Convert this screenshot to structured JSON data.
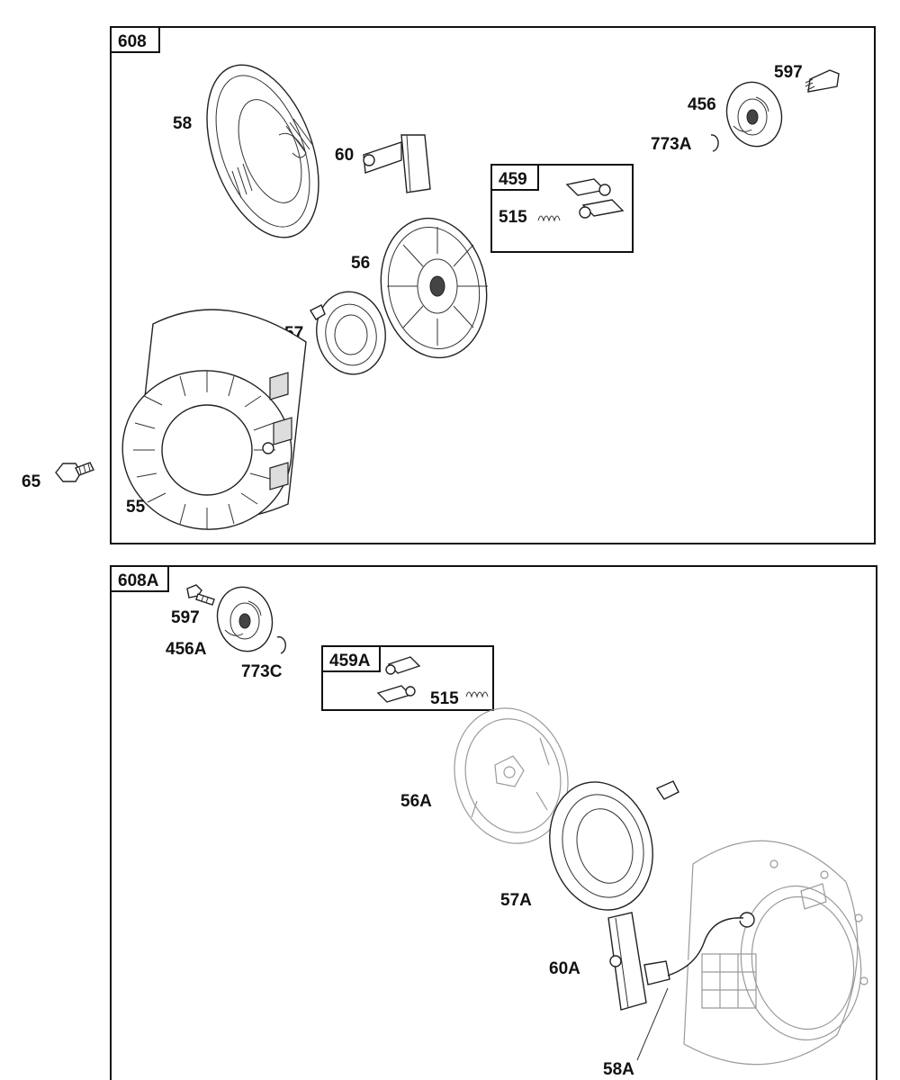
{
  "assemblies": [
    {
      "tag": "608",
      "labels": [
        "58",
        "60",
        "597",
        "456",
        "773A",
        "56",
        "57",
        "55"
      ],
      "kit": {
        "tag": "459",
        "labels": [
          "515"
        ]
      }
    },
    {
      "tag": "608A",
      "labels": [
        "597",
        "456A",
        "773C",
        "56A",
        "57A",
        "60A",
        "58A"
      ],
      "kit": {
        "tag": "459A",
        "labels": [
          "515"
        ]
      }
    }
  ],
  "loose_parts": [
    "65"
  ],
  "colors": {
    "line": "#111111",
    "background": "#ffffff",
    "light_line": "#9a9a9a"
  }
}
